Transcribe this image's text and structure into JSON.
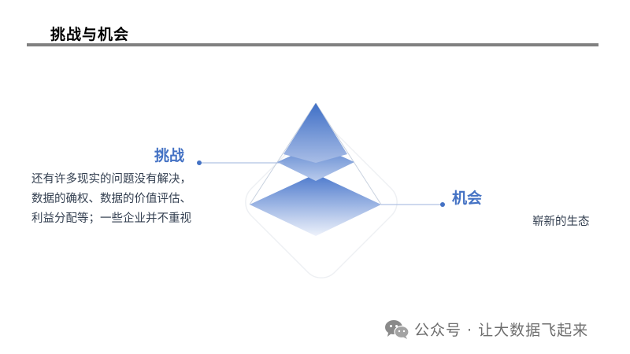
{
  "slide": {
    "title": "挑战与机会"
  },
  "challenge": {
    "label": "挑战",
    "description": "还有许多现实的问题没有解决，数据的确权、数据的价值评估、利益分配等；一些企业并不重视"
  },
  "opportunity": {
    "label": "机会",
    "description": "崭新的生态"
  },
  "watermark": {
    "text": "公众号 · 让大数据飞起来",
    "icon": "wechat-icon"
  },
  "colors": {
    "accent": "#4472c4",
    "title_rule": "#808080",
    "body_text": "#333f50",
    "pyramid_top": "#3f6fc6",
    "pyramid_bottom": "#eef2fb"
  }
}
